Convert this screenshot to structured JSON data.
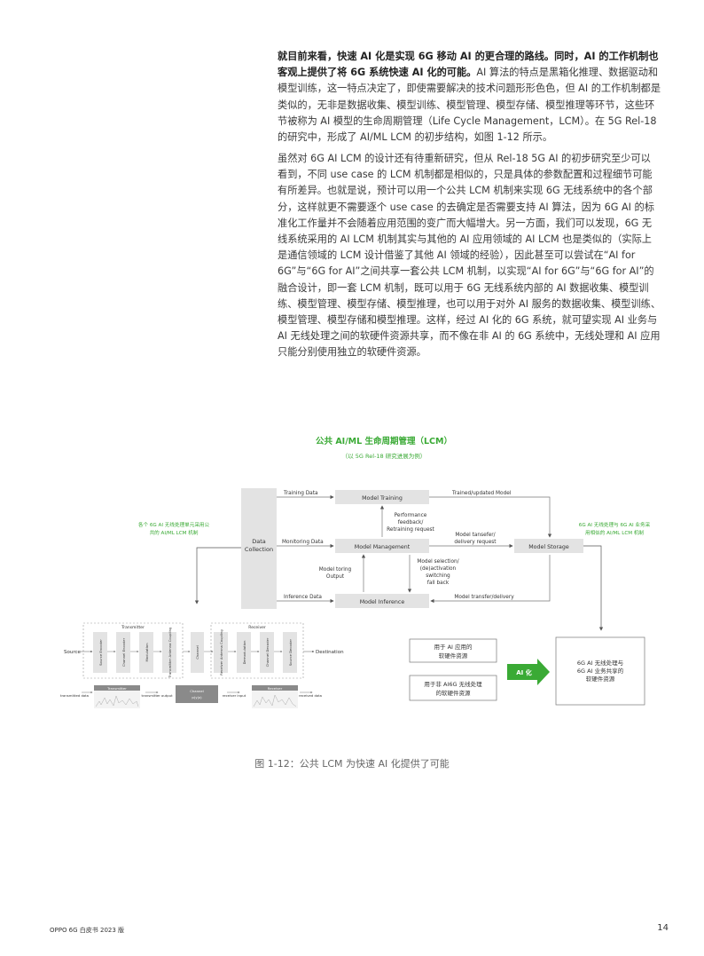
{
  "paragraph1_bold": "就目前来看，快速 AI 化是实现 6G 移动 AI 的更合理的路线。同时，AI 的工作机制也客观上提供了将 6G 系统快速 AI 化的可能。",
  "paragraph1_rest": "AI 算法的特点是黑箱化推理、数据驱动和模型训练，这一特点决定了，即使需要解决的技术问题形形色色，但 AI 的工作机制都是类似的，无非是数据收集、模型训练、模型管理、模型存储、模型推理等环节，这些环节被称为 AI 模型的生命周期管理（Life Cycle Management，LCM）。在 5G Rel-18 的研究中，形成了 AI/ML LCM 的初步结构，如图 1-12 所示。",
  "paragraph2": "虽然对 6G AI LCM 的设计还有待重新研究，但从 Rel-18 5G AI 的初步研究至少可以看到，不同 use case 的 LCM 机制都是相似的，只是具体的参数配置和过程细节可能有所差异。也就是说，预计可以用一个公共 LCM 机制来实现 6G 无线系统中的各个部分，这样就更不需要逐个 use case 的去确定是否需要支持 AI 算法，因为 6G AI 的标准化工作量并不会随着应用范围的变广而大幅增大。另一方面，我们可以发现，6G 无线系统采用的 AI LCM 机制其实与其他的 AI 应用领域的 AI LCM 也是类似的（实际上是通信领域的 LCM 设计借鉴了其他 AI 领域的经验），因此甚至可以尝试在“AI for 6G”与“6G for AI”之间共享一套公共 LCM 机制，以实现“AI for 6G”与“6G for AI”的融合设计，即一套 LCM 机制，既可以用于 6G 无线系统内部的 AI 数据收集、模型训练、模型管理、模型存储、模型推理，也可以用于对外 AI 服务的数据收集、模型训练、模型管理、模型存储和模型推理。这样，经过 AI 化的 6G 系统，就可望实现 AI 业务与 AI 无线处理之间的软硬件资源共享，而不像在非 AI 的 6G 系统中，无线处理和 AI 应用只能分别使用独立的软硬件资源。",
  "figure": {
    "title": "公共 AI/ML 生命周期管理（LCM）",
    "subtitle": "（以 5G Rel-18 研究进展为例）",
    "data_collection": [
      "Data",
      "Collection"
    ],
    "model_training": "Model Training",
    "model_management": "Model Management",
    "model_storage": "Model Storage",
    "model_inference": "Model Inference",
    "training_data": "Training Data",
    "monitoring_data": "Monitoring Data",
    "inference_data": "Inference Data",
    "trained_model": "Trained/updated Model",
    "perf_feedback": [
      "Performance",
      "feedback/",
      "Retraining request"
    ],
    "model_transfer_req": [
      "Model tansefer/",
      "delivery request"
    ],
    "model_monitoring": [
      "Model toring",
      "Output"
    ],
    "model_selection": [
      "Model selection/",
      "(de)activation",
      "switching",
      "fall back"
    ],
    "model_transfer_delivery": "Model transfer/delivery",
    "left_note": [
      "各个 6G AI 无线处理单元采用公",
      "共的 AI/ML LCM 机制"
    ],
    "right_note": [
      "6G AI 无线处理与 6G AI 业务采",
      "用相似的 AI/ML LCM 机制"
    ],
    "transmitter": "Transmitter",
    "receiver": "Receiver",
    "source": "Source",
    "destination": "Destination",
    "tx_blocks": [
      "Source Encoder",
      "Channel Encoder",
      "Modulation",
      "Transmitter Antenna Coupling"
    ],
    "channel": "Channel",
    "rx_blocks": [
      "Receiver Antenna Coupling",
      "Demodulation",
      "Channel Decoder",
      "Source Decoder"
    ],
    "bottom_labels": [
      "transmitted data",
      "transmitter output",
      "receiver input",
      "received data"
    ],
    "tx_graph": "Transmitter",
    "channel_graph": [
      "Channel",
      "p(y|x)"
    ],
    "rx_graph": "Receiver",
    "box_ai_app": [
      "用于 AI 应用的",
      "软硬件资源"
    ],
    "box_non_ai": [
      "用于非 AI6G 无线处理",
      "的软硬件资源"
    ],
    "ai_arrow": "AI 化",
    "box_shared": [
      "6G AI 无线处理与",
      "6G AI 业务共享的",
      "软硬件资源"
    ]
  },
  "caption": "图 1-12：公共 LCM 为快速 AI 化提供了可能",
  "footer_left": "OPPO 6G 白皮书 2023 版",
  "page_number": "14",
  "colors": {
    "green": "#3aaa35",
    "gray_box": "#e3e3e3",
    "dark_gray": "#8a8a8a"
  }
}
